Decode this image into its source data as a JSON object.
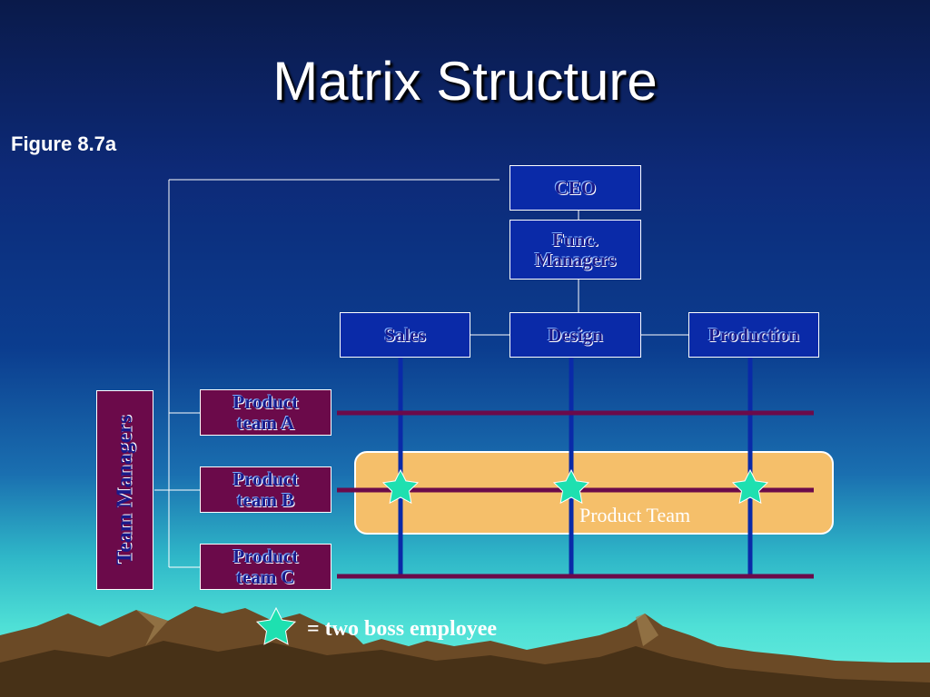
{
  "slide": {
    "title": "Matrix Structure",
    "figure_label": "Figure 8.7a"
  },
  "org_chart": {
    "ceo": "CEO",
    "func_managers_line1": "Func.",
    "func_managers_line2": "Managers",
    "departments": [
      "Sales",
      "Design",
      "Production"
    ],
    "team_managers": "Team Managers",
    "product_teams": [
      {
        "line1": "Product",
        "line2": "team A"
      },
      {
        "line1": "Product",
        "line2": "team B"
      },
      {
        "line1": "Product",
        "line2": "team C"
      }
    ],
    "product_team_highlight": "Product Team"
  },
  "legend": {
    "icon": "star-icon",
    "text": "= two boss employee"
  },
  "colors": {
    "dept_box": "#0a2aa8",
    "team_box": "#6b0a4a",
    "highlight": "#f5bf6a",
    "star": "#1ee0b0"
  }
}
